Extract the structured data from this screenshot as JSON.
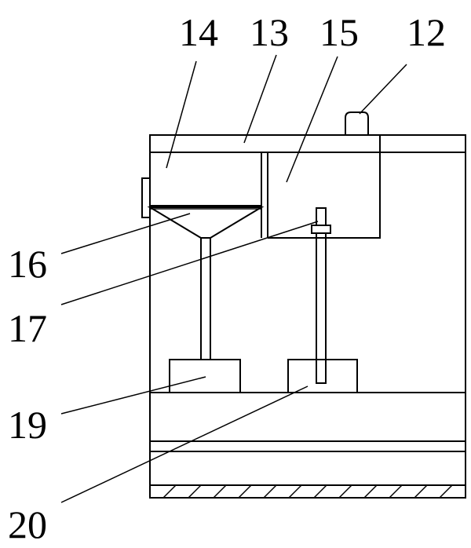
{
  "labels": {
    "l12": "12",
    "l13": "13",
    "l14": "14",
    "l15": "15",
    "l16": "16",
    "l17": "17",
    "l19": "19",
    "l20": "20"
  },
  "colors": {
    "line": "#000000",
    "background": "#ffffff"
  }
}
